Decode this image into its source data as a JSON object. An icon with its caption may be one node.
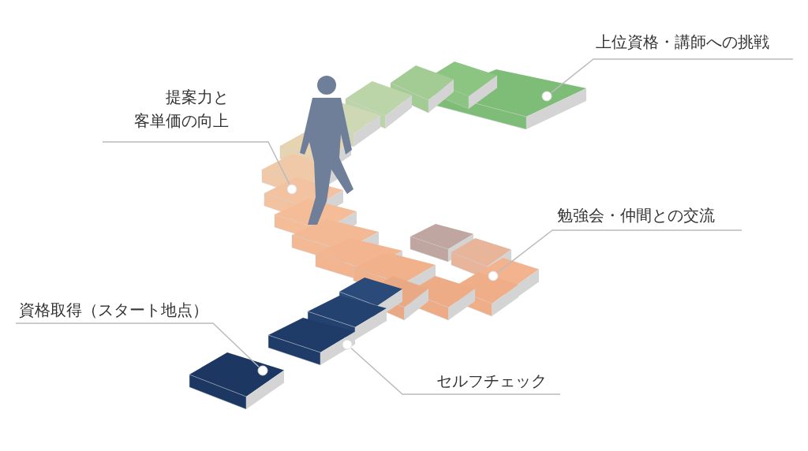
{
  "diagram": {
    "nodes": [
      {
        "text": [
          "上位資格・講師への挑戦"
        ]
      },
      {
        "text": [
          "提案力と客単価の向上"
        ]
      },
      {
        "text": [
          "勉強会・仲間との交流"
        ]
      },
      {
        "text": [
          "資格取得（スタート地点）"
        ]
      },
      {
        "text": [
          "セルフチェック"
        ]
      },
      {
        "text": [],
        "shape": "circle"
      },
      {
        "text": [],
        "shape": "circle"
      },
      {
        "text": [],
        "shape": "circle"
      },
      {
        "text": [],
        "shape": "circle"
      },
      {
        "text": [],
        "shape": "circle"
      }
    ],
    "edges": [
      {
        "from": 0,
        "to": 5,
        "arrow": "none"
      },
      {
        "from": 1,
        "to": 6,
        "arrow": "none"
      },
      {
        "from": 2,
        "to": 7,
        "arrow": "none"
      },
      {
        "from": 3,
        "to": 8,
        "arrow": "none"
      },
      {
        "from": 4,
        "to": 9,
        "arrow": "none"
      }
    ]
  }
}
